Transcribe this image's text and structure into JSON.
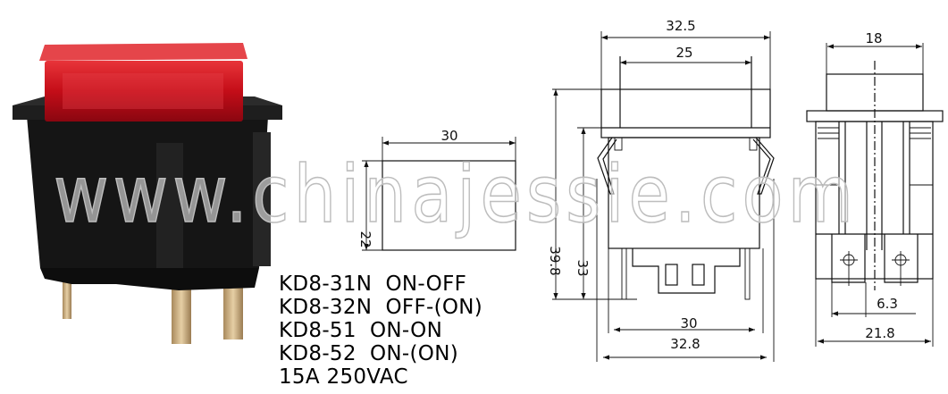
{
  "watermark": "www.chinajessie.com",
  "models": [
    "KD8-31N  ON-OFF",
    "KD8-32N  OFF-(ON)",
    "KD8-51  ON-ON",
    "KD8-52  ON-(ON)",
    "15A 250VAC"
  ],
  "cutout": {
    "width": "30",
    "height": "22"
  },
  "front_view": {
    "cap_outer": "32.5",
    "cap_inner": "25",
    "total_height": "39.8",
    "body_height": "33",
    "body_inner": "30",
    "body_outer": "32.8"
  },
  "side_view": {
    "cap_width": "18",
    "terminal_pitch": "6.3",
    "body_width": "21.8"
  },
  "colors": {
    "cap": "#d0101a",
    "housing": "#141414",
    "terminal": "#c9a97a"
  }
}
